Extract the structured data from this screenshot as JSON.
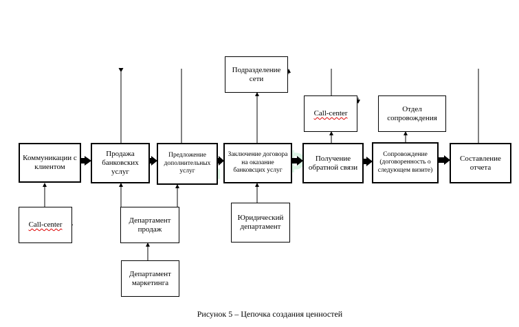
{
  "main_chain": [
    {
      "label": "Коммуникации с клиентом"
    },
    {
      "label": "Продажа банковских услуг"
    },
    {
      "label": "Предложение дополнительных услуг"
    },
    {
      "label": "Заключение договора на оказание банковсцих услуг"
    },
    {
      "label": "Получение обратной связи"
    },
    {
      "label": "Сопровождение (договоренность о следующем визите)"
    },
    {
      "label": "Составление отчета"
    }
  ],
  "support_units": {
    "network_division": "Подразделение сети",
    "call_center_top": "Call-center",
    "support_department": "Отдел сопровождения",
    "call_center_bottom": "Call-center",
    "sales_department": "Департамент продаж",
    "marketing_department": "Департамент маркетинга",
    "legal_department": "Юридический департамент"
  },
  "caption": "Рисунок 5 – Цепочка создания ценностей",
  "watermark": "ДЦ.РФ"
}
